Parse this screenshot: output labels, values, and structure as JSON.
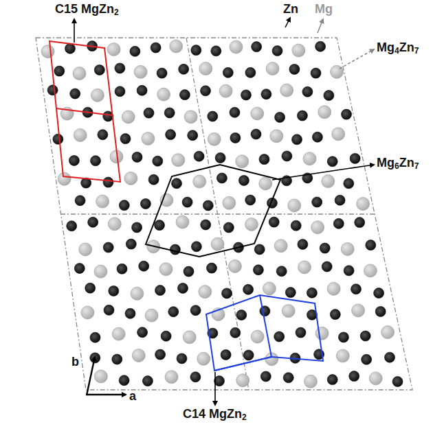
{
  "diagram": {
    "labels": [
      "C15 MgZn2",
      "Zn",
      "Mg",
      "Mg4Zn7",
      "Mg6Zn7",
      "C14 MgZn2",
      "a",
      "b"
    ]
  }
}
